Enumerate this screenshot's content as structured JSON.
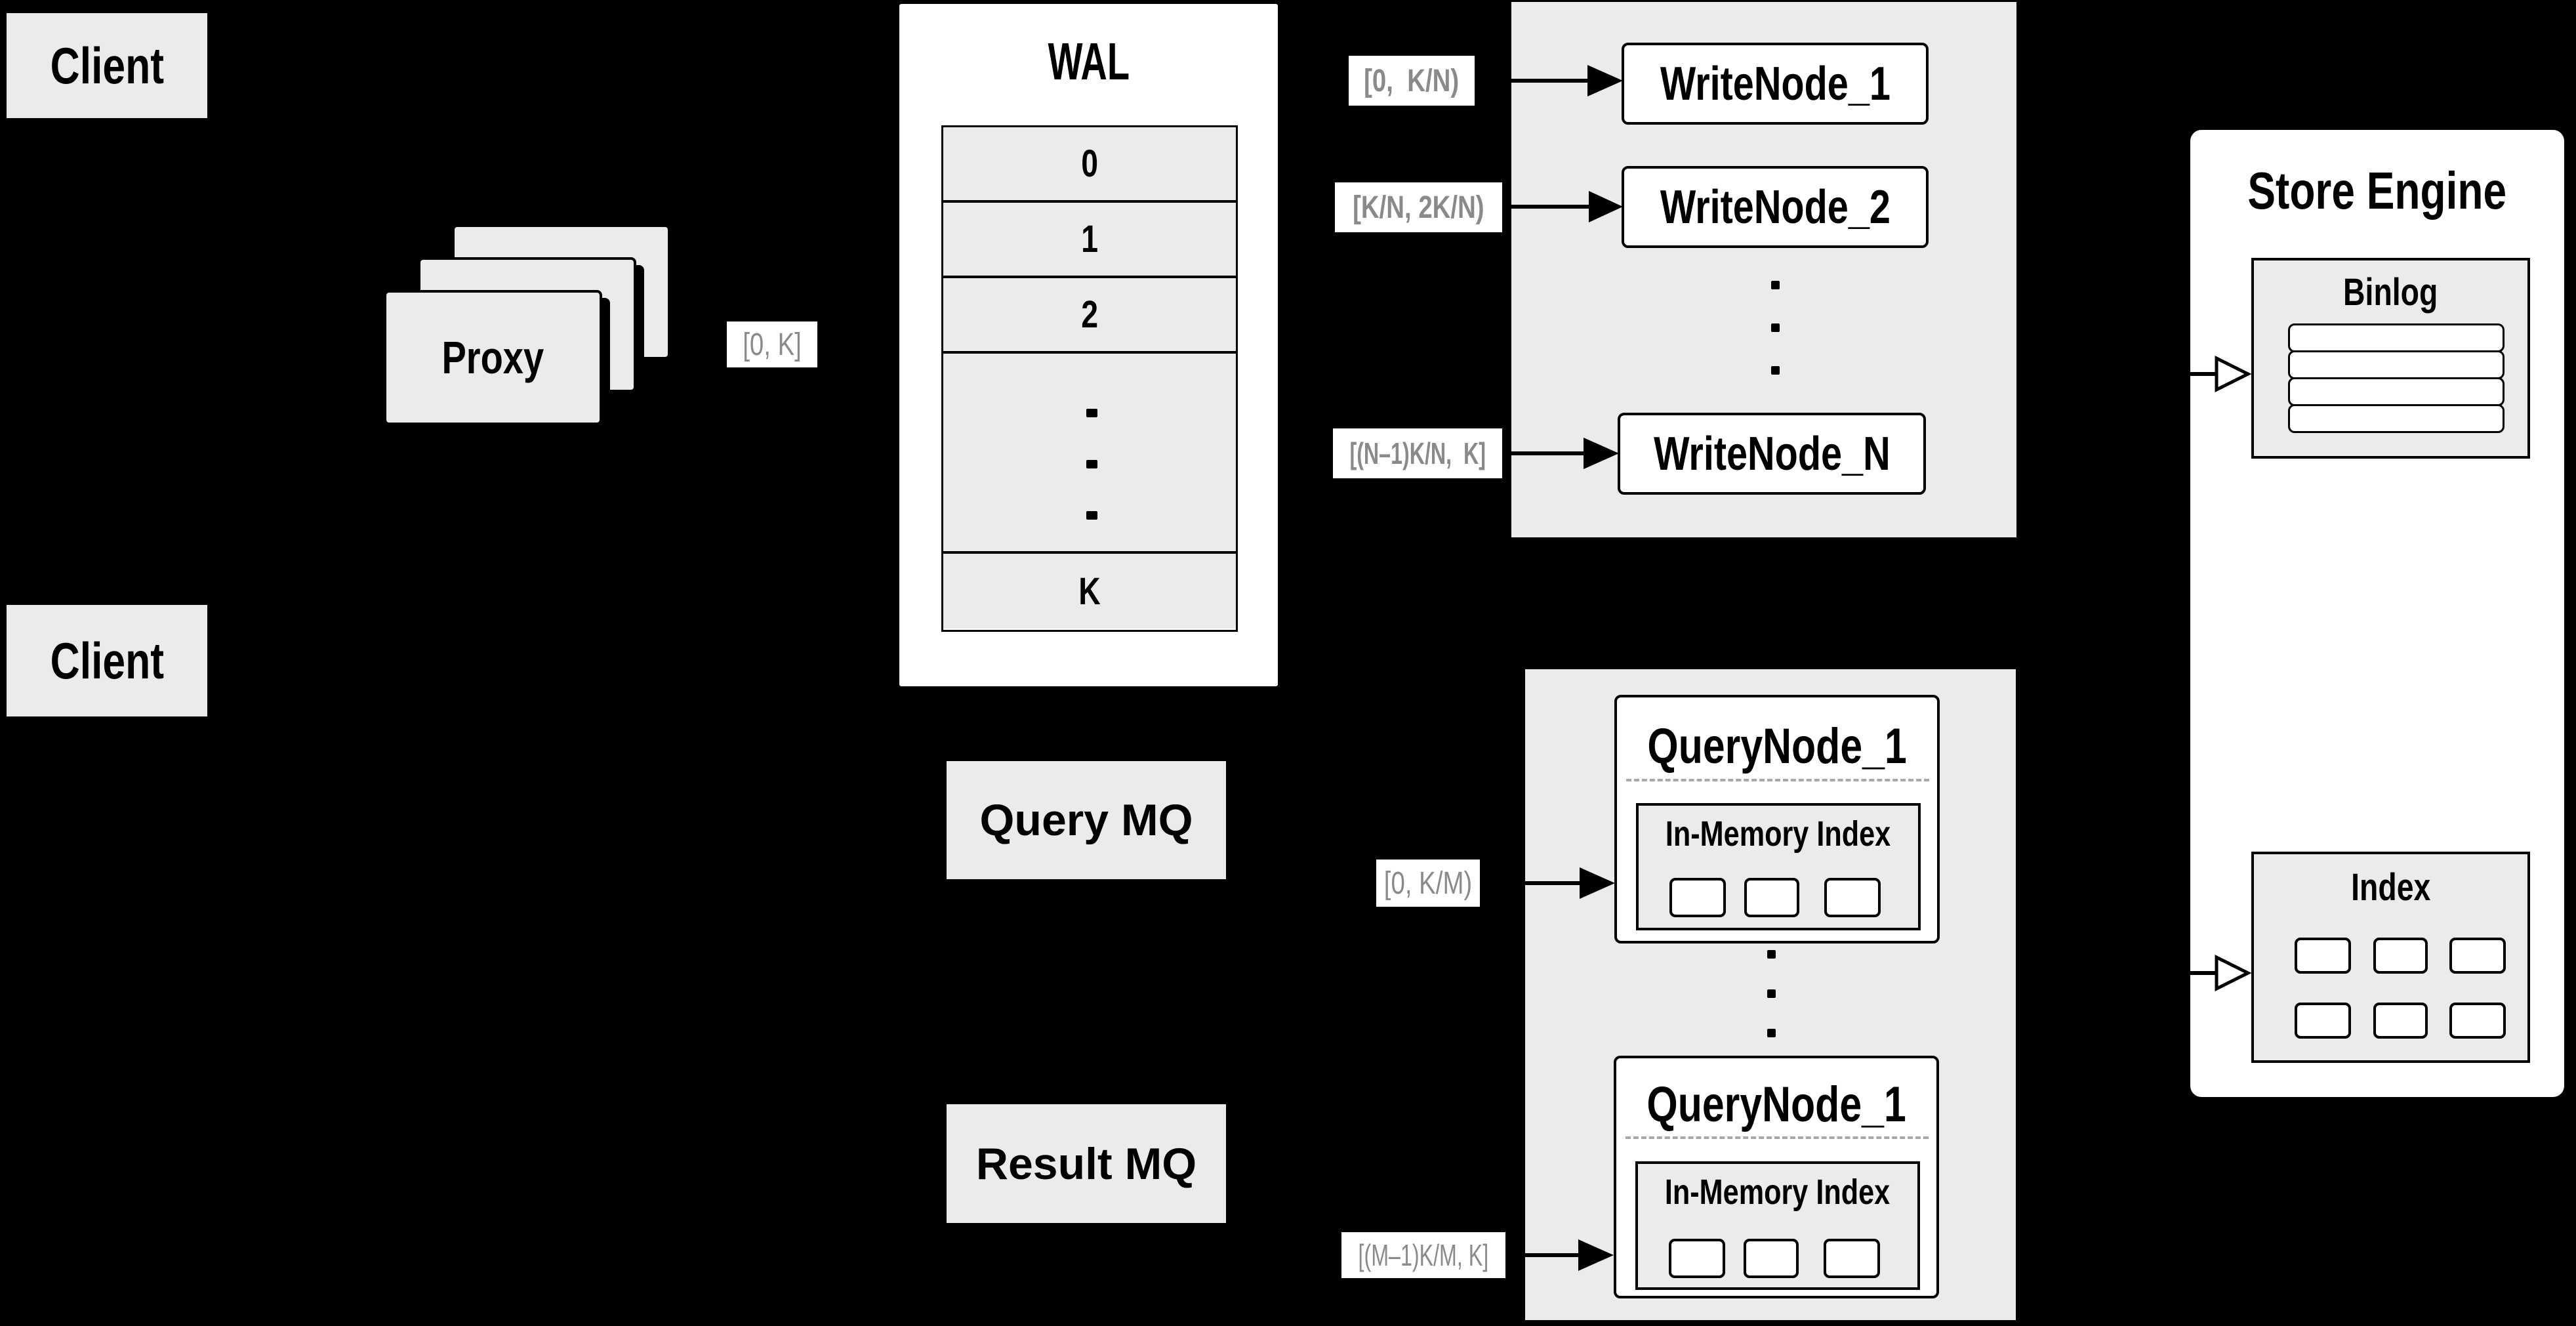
{
  "colors": {
    "background": "#000000",
    "box_fill": "#ebebeb",
    "panel_fill": "#ffffff",
    "line": "#000000",
    "range_text": "#8a8a8a",
    "dashed_divider": "#a8a8a8"
  },
  "clients": {
    "top": "Client",
    "bottom": "Client"
  },
  "proxy": {
    "label": "Proxy"
  },
  "wal": {
    "title": "WAL",
    "rows": [
      "0",
      "1",
      "2",
      "K"
    ]
  },
  "mq": {
    "query": "Query MQ",
    "result": "Result MQ"
  },
  "write_group": {
    "node1": "WriteNode_1",
    "node2": "WriteNode_2",
    "nodeN": "WriteNode_N"
  },
  "query_group": {
    "nodes": [
      {
        "title": "QueryNode_1",
        "inner_title": "In-Memory Index"
      },
      {
        "title": "QueryNode_1",
        "inner_title": "In-Memory Index"
      }
    ]
  },
  "store_engine": {
    "title": "Store Engine",
    "binlog_title": "Binlog",
    "index_title": "Index"
  },
  "range_labels": {
    "proxy_to_wal": "[0, K]",
    "wal_to_write_1": "[0,  K/N)",
    "wal_to_write_2": "[K/N, 2K/N)",
    "wal_to_write_n": "[(N–1)K/N,  K]",
    "mq_to_query_1": "[0, K/M)",
    "mq_to_query_m": "[(M–1)K/M, K]"
  }
}
